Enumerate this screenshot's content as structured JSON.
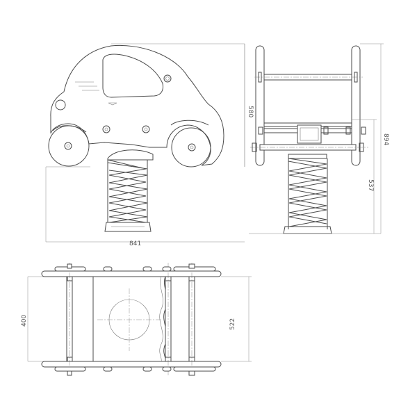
{
  "dimensions": {
    "width_side": "841",
    "height_side": "580",
    "height_total": "894",
    "seat_height": "537",
    "top_inner_width": "400",
    "top_outer_width": "522"
  },
  "colors": {
    "line": "#4a4a4a",
    "dimension_line": "#8a8a8a",
    "background": "#ffffff"
  }
}
